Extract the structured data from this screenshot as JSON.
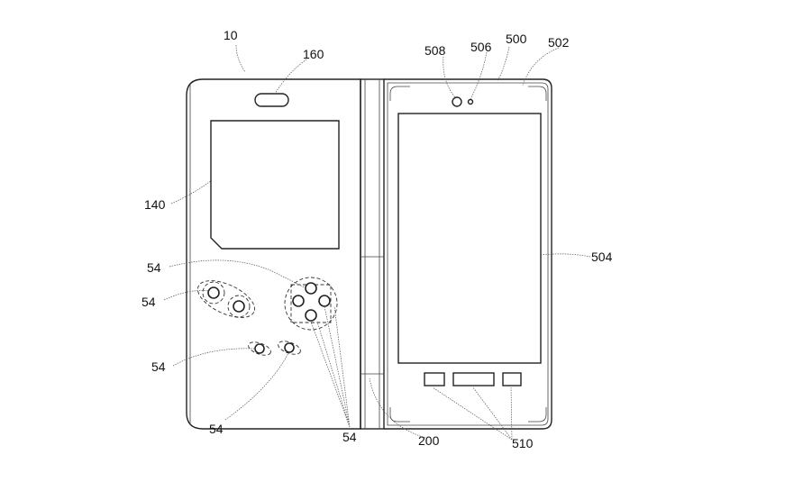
{
  "figure": {
    "labels": {
      "device": "10",
      "speaker_slot": "160",
      "window": "140",
      "buttons_a": "54",
      "buttons_b": "54",
      "buttons_c": "54",
      "buttons_d": "54",
      "buttons_e": "54",
      "hinge": "200",
      "camera": "508",
      "sensor": "506",
      "smartphone": "500",
      "case": "502",
      "screen": "504",
      "phone_buttons": "510"
    }
  }
}
